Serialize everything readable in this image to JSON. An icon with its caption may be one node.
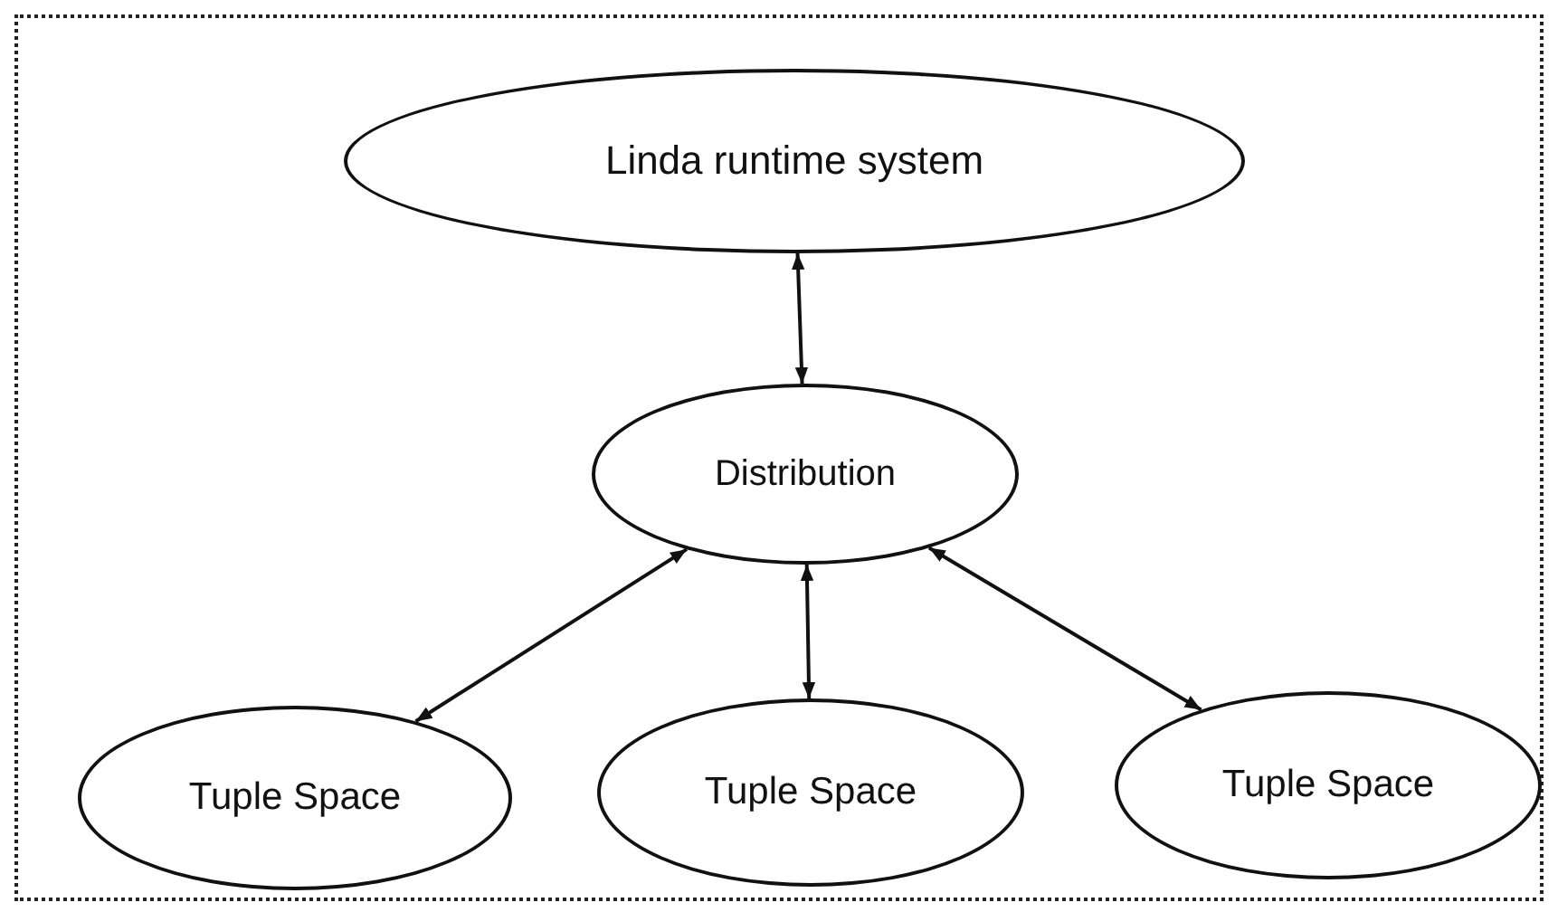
{
  "diagram": {
    "nodes": [
      {
        "text": [
          "Linda runtime system"
        ]
      },
      {
        "text": [
          "Distribution"
        ]
      },
      {
        "text": [
          "Tuple Space"
        ]
      },
      {
        "text": [
          "Tuple Space"
        ]
      },
      {
        "text": [
          "Tuple Space"
        ]
      }
    ],
    "edges": [
      {
        "from": 0,
        "to": 1,
        "arrow": "both"
      },
      {
        "from": 1,
        "to": 2,
        "arrow": "both"
      },
      {
        "from": 1,
        "to": 3,
        "arrow": "both"
      },
      {
        "from": 1,
        "to": 4,
        "arrow": "both"
      }
    ]
  }
}
